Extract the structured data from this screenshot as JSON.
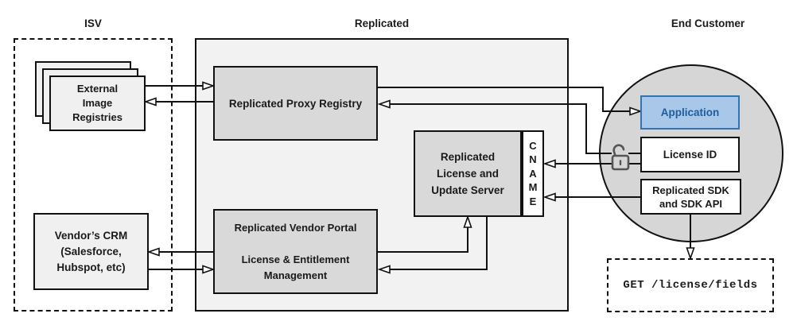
{
  "diagram": {
    "sections": {
      "isv": "ISV",
      "replicated": "Replicated",
      "end_customer": "End Customer"
    },
    "nodes": {
      "external_image_registries": "External\nImage\nRegistries",
      "vendors_crm": "Vendor’s CRM\n(Salesforce,\nHubspot, etc)",
      "proxy_registry": "Replicated Proxy Registry",
      "license_update_server": "Replicated\nLicense and\nUpdate Server",
      "cname": "C\nN\nA\nM\nE",
      "vendor_portal": "Replicated Vendor Portal\n\nLicense & Entitlement\nManagement",
      "application": "Application",
      "license_id": "License ID",
      "replicated_sdk": "Replicated SDK\nand SDK API",
      "get_endpoint": "GET /license/fields"
    },
    "icons": {
      "unlock": "unlocked-padlock-icon"
    },
    "colors": {
      "application_fill": "#A9C8E9",
      "application_border": "#2E75B6",
      "application_text": "#1D5C9E",
      "node_gray": "#D9D9D9",
      "container_gray": "#F2F2F2",
      "circle_gray": "#D6D6D6",
      "light_node": "#F0F0F0",
      "line": "#111111",
      "lock_gray": "#555555"
    }
  }
}
